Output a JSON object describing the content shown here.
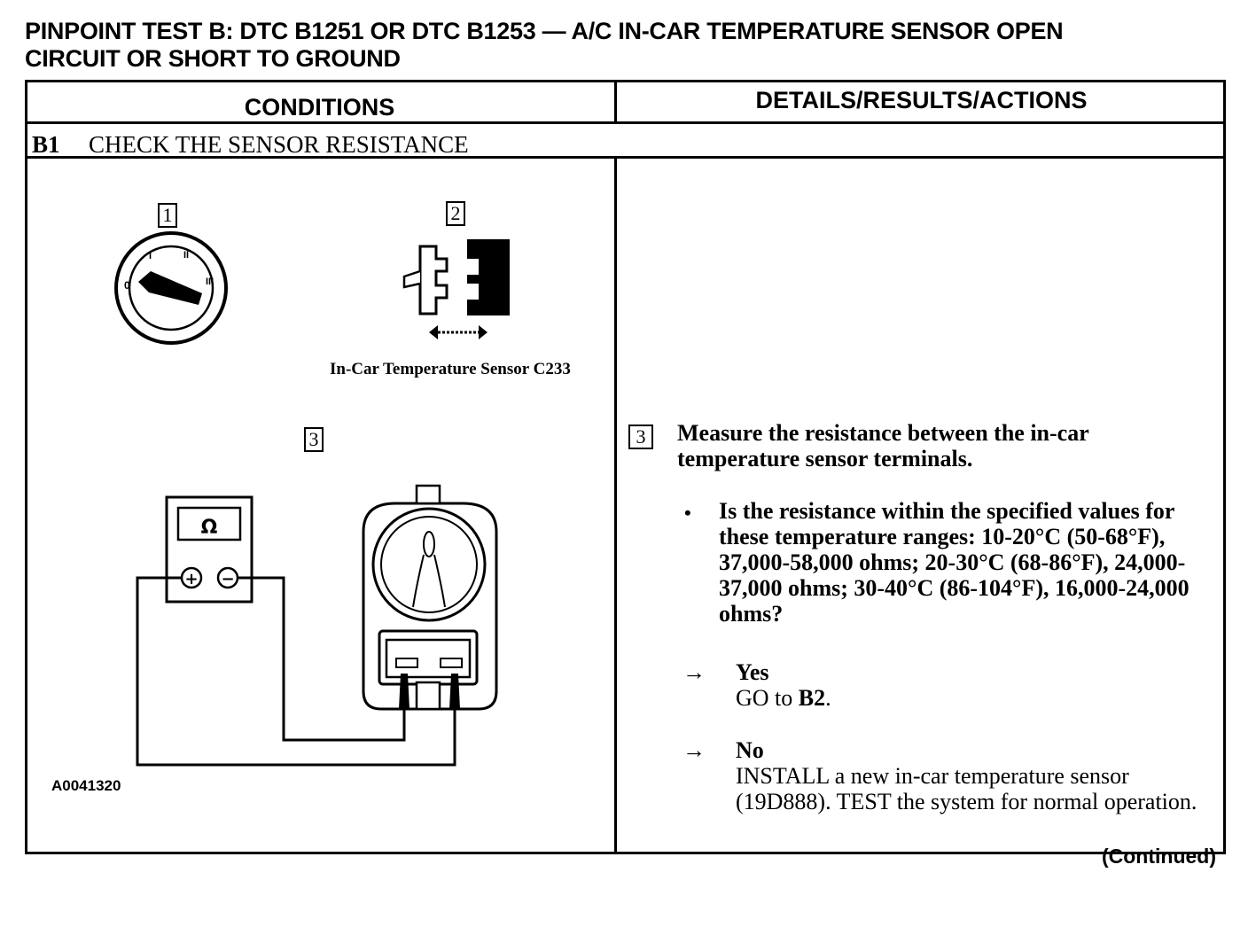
{
  "title_line1": "PINPOINT TEST B:  DTC B1251 OR DTC B1253 — A/C IN-CAR TEMPERATURE SENSOR OPEN",
  "title_line2": "CIRCUIT OR SHORT TO GROUND",
  "columns": {
    "conditions": "CONDITIONS",
    "details": "DETAILS/RESULTS/ACTIONS"
  },
  "step": {
    "id": "B1",
    "title": "CHECK THE SENSOR RESISTANCE"
  },
  "figure": {
    "callouts": [
      "1",
      "2",
      "3"
    ],
    "connector_caption": "In-Car Temperature Sensor C233",
    "meter_symbol": "Ω",
    "plus": "+",
    "minus": "−",
    "figure_id": "A0041320"
  },
  "action": {
    "callout": "3",
    "instruction": "Measure the resistance between the in-car temperature sensor terminals.",
    "bullet": "•",
    "question": "Is the resistance within the specified values for these temperature ranges: 10-20°C (50-68°F), 37,000-58,000 ohms; 20-30°C (68-86°F), 24,000-37,000 ohms; 30-40°C (86-104°F), 16,000-24,000 ohms?",
    "arrow": "→",
    "yes": {
      "label": "Yes",
      "text_prefix": "GO to ",
      "target": "B2",
      "text_suffix": "."
    },
    "no": {
      "label": "No",
      "text": "INSTALL a new in-car temperature sensor (19D888). TEST the system for normal operation."
    }
  },
  "footer": "(Continued)"
}
